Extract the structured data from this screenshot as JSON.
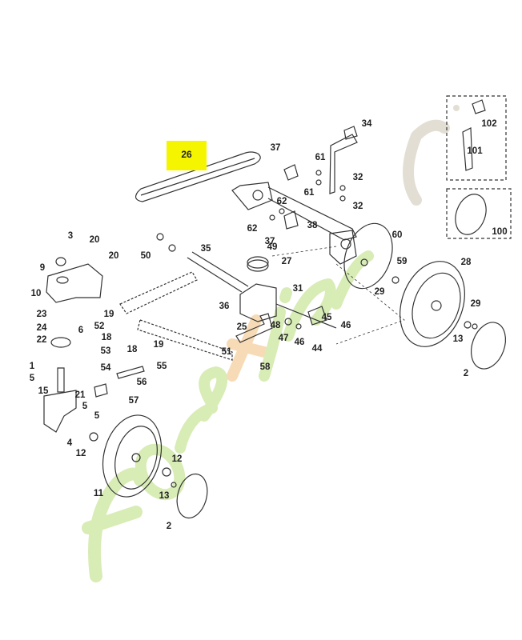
{
  "diagram": {
    "title": "Exploded parts view - drive / wheels",
    "highlighted_part": "26",
    "watermark": "foretjardin.com",
    "colors": {
      "highlight": "#f5f500",
      "line": "#333333",
      "watermark_green": "#c9e59a",
      "watermark_orange": "#f6cf9c",
      "watermark_gray": "#d9d2c4"
    },
    "labels": [
      "3",
      "20",
      "20",
      "9",
      "10",
      "23",
      "24",
      "22",
      "6",
      "52",
      "19",
      "18",
      "18",
      "19",
      "53",
      "54",
      "55",
      "56",
      "57",
      "1",
      "5",
      "15",
      "21",
      "5",
      "5",
      "4",
      "12",
      "11",
      "12",
      "13",
      "2",
      "50",
      "35",
      "36",
      "49",
      "37",
      "37",
      "62",
      "62",
      "38",
      "61",
      "61",
      "32",
      "32",
      "34",
      "27",
      "31",
      "25",
      "48",
      "47",
      "46",
      "45",
      "46",
      "44",
      "51",
      "58",
      "60",
      "59",
      "29",
      "28",
      "29",
      "13",
      "2",
      "102",
      "101",
      "100"
    ]
  }
}
